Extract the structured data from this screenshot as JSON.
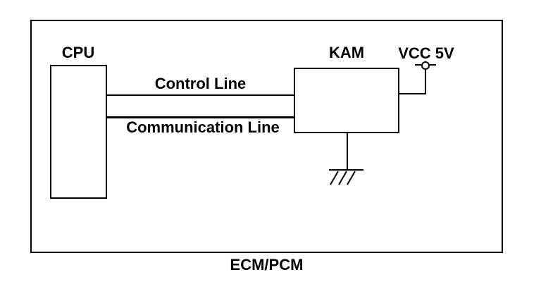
{
  "diagram": {
    "title": "ECM/PCM",
    "blocks": {
      "cpu": {
        "label": "CPU"
      },
      "kam": {
        "label": "KAM"
      }
    },
    "connections": {
      "control": {
        "label": "Control Line",
        "from": "CPU",
        "to": "KAM"
      },
      "communication": {
        "label": "Communication Line",
        "from": "CPU",
        "to": "KAM"
      }
    },
    "power": {
      "label": "VCC 5V",
      "icon": "vcc-terminal-icon",
      "connected_to": "KAM"
    },
    "ground": {
      "icon": "ground-icon",
      "connected_to": "KAM"
    },
    "colors": {
      "line": "#000000",
      "background": "#ffffff",
      "text": "#000000"
    }
  }
}
